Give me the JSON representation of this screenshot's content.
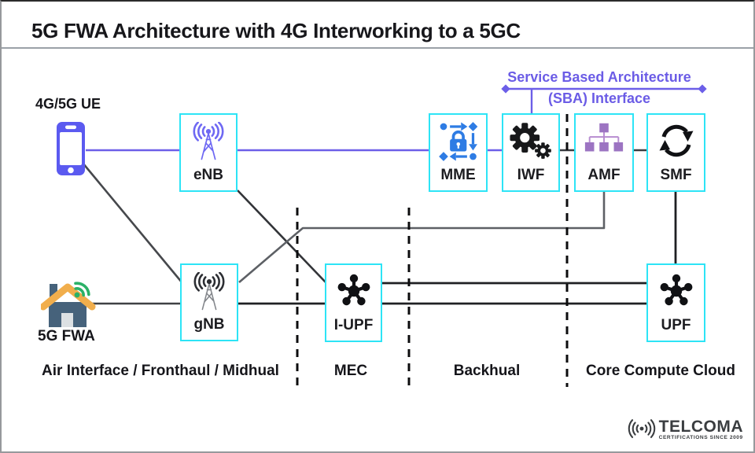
{
  "title": "5G FWA Architecture with 4G Interworking to a 5GC",
  "endpoints": {
    "ue": {
      "label": "4G/5G UE",
      "icon": "smartphone-icon"
    },
    "fwa": {
      "label": "5G FWA",
      "icon": "house-wifi-icon"
    }
  },
  "nodes": {
    "enb": {
      "label": "eNB",
      "icon": "antenna-icon"
    },
    "mme": {
      "label": "MME",
      "icon": "secure-flow-icon"
    },
    "iwf": {
      "label": "IWF",
      "icon": "gears-icon"
    },
    "amf": {
      "label": "AMF",
      "icon": "hierarchy-icon"
    },
    "smf": {
      "label": "SMF",
      "icon": "sync-arrows-icon"
    },
    "gnb": {
      "label": "gNB",
      "icon": "antenna-icon"
    },
    "iupf": {
      "label": "I-UPF",
      "icon": "network-hub-icon"
    },
    "upf": {
      "label": "UPF",
      "icon": "network-hub-icon"
    }
  },
  "sba": {
    "line1": "Service Based Architecture",
    "line2": "(SBA) Interface"
  },
  "zones": [
    "Air Interface / Fronthaul / Midhual",
    "MEC",
    "Backhual",
    "Core Compute Cloud"
  ],
  "logo": {
    "brand": "TELCOMA",
    "tagline": "CERTIFICATIONS SINCE 2009"
  },
  "colors": {
    "box_border_cyan": "#2de4f6",
    "purple_link": "#6c5fe8",
    "sba_text": "#6b5ce6",
    "dark_link": "#3a3c40",
    "gray_link": "#5d6065",
    "mme_icon_blue": "#2e7ce4",
    "amf_icon_purple": "#9c74c2",
    "phone_purple": "#5b5af0",
    "house_body": "#46627b",
    "house_roof": "#f1ae4c",
    "wifi_green": "#2bb167",
    "logo_gray": "#3a3d40"
  }
}
